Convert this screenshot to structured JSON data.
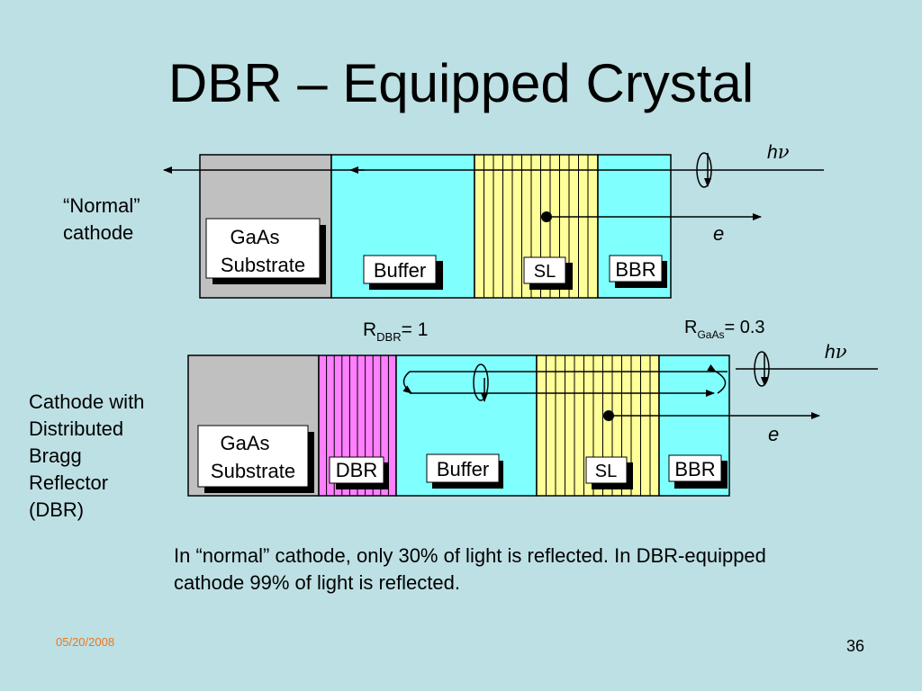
{
  "title": "DBR – Equipped Crystal",
  "normal_label": [
    "“Normal”",
    "cathode"
  ],
  "dbr_label": [
    "Cathode with",
    "Distributed",
    "Bragg",
    "Reflector",
    "(DBR)"
  ],
  "layers": {
    "gaas_line1": "GaAs",
    "gaas_line2": "Substrate",
    "buffer": "Buffer",
    "sl": "SL",
    "bbr": "BBR",
    "dbr": "DBR"
  },
  "photon_h": "h",
  "photon_nu": "ν",
  "electron": "e",
  "r_dbr": {
    "r": "R",
    "sub": "DBR",
    "value": "= 1"
  },
  "r_gaas": {
    "r": "R",
    "sub": "GaAs",
    "value": "= 0.3"
  },
  "caption": "In “normal” cathode, only 30% of light is reflected. In DBR-equipped cathode 99% of light is reflected.",
  "footer_date": "05/20/2008",
  "slide_number": "36",
  "colors": {
    "background": "#bde0e4",
    "substrate": "#c0c0c0",
    "buffer": "#80ffff",
    "superlattice": "#ffff99",
    "dbr": "#ff80ff",
    "footer_date": "#e8781e"
  }
}
